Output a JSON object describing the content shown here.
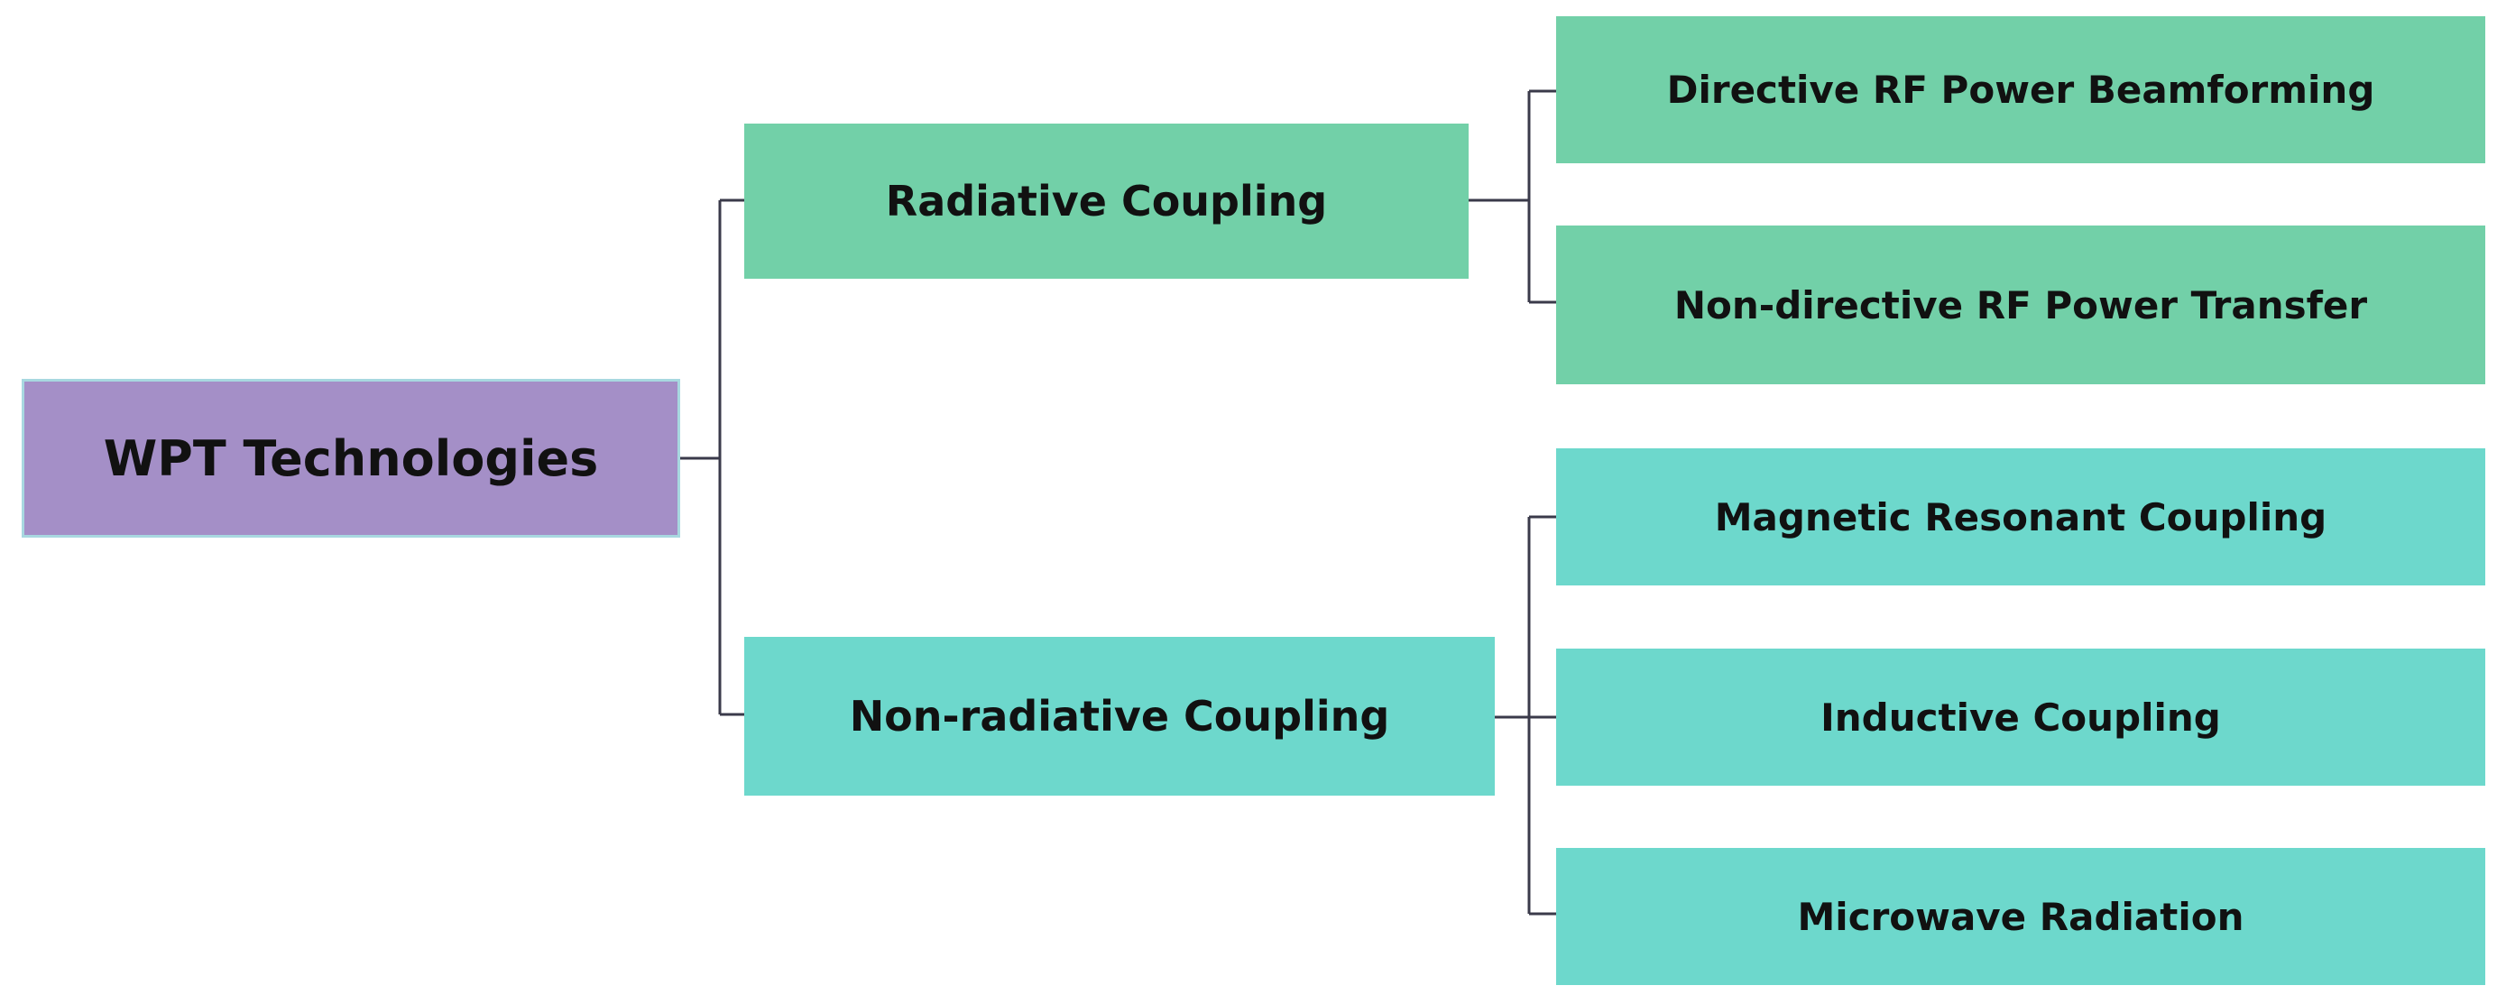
{
  "diagram": {
    "root": {
      "label": "WPT Technologies",
      "color": "#a48fc7"
    },
    "branches": [
      {
        "label": "Radiative Coupling",
        "color": "#72d0a8",
        "children": [
          {
            "label": "Directive RF Power Beamforming"
          },
          {
            "label": "Non-directive RF Power Transfer"
          }
        ]
      },
      {
        "label": "Non-radiative Coupling",
        "color": "#6dd8cc",
        "children": [
          {
            "label": "Magnetic Resonant Coupling"
          },
          {
            "label": "Inductive Coupling"
          },
          {
            "label": "Microwave Radiation"
          }
        ]
      }
    ],
    "connector_color": "#3a3a4a"
  }
}
